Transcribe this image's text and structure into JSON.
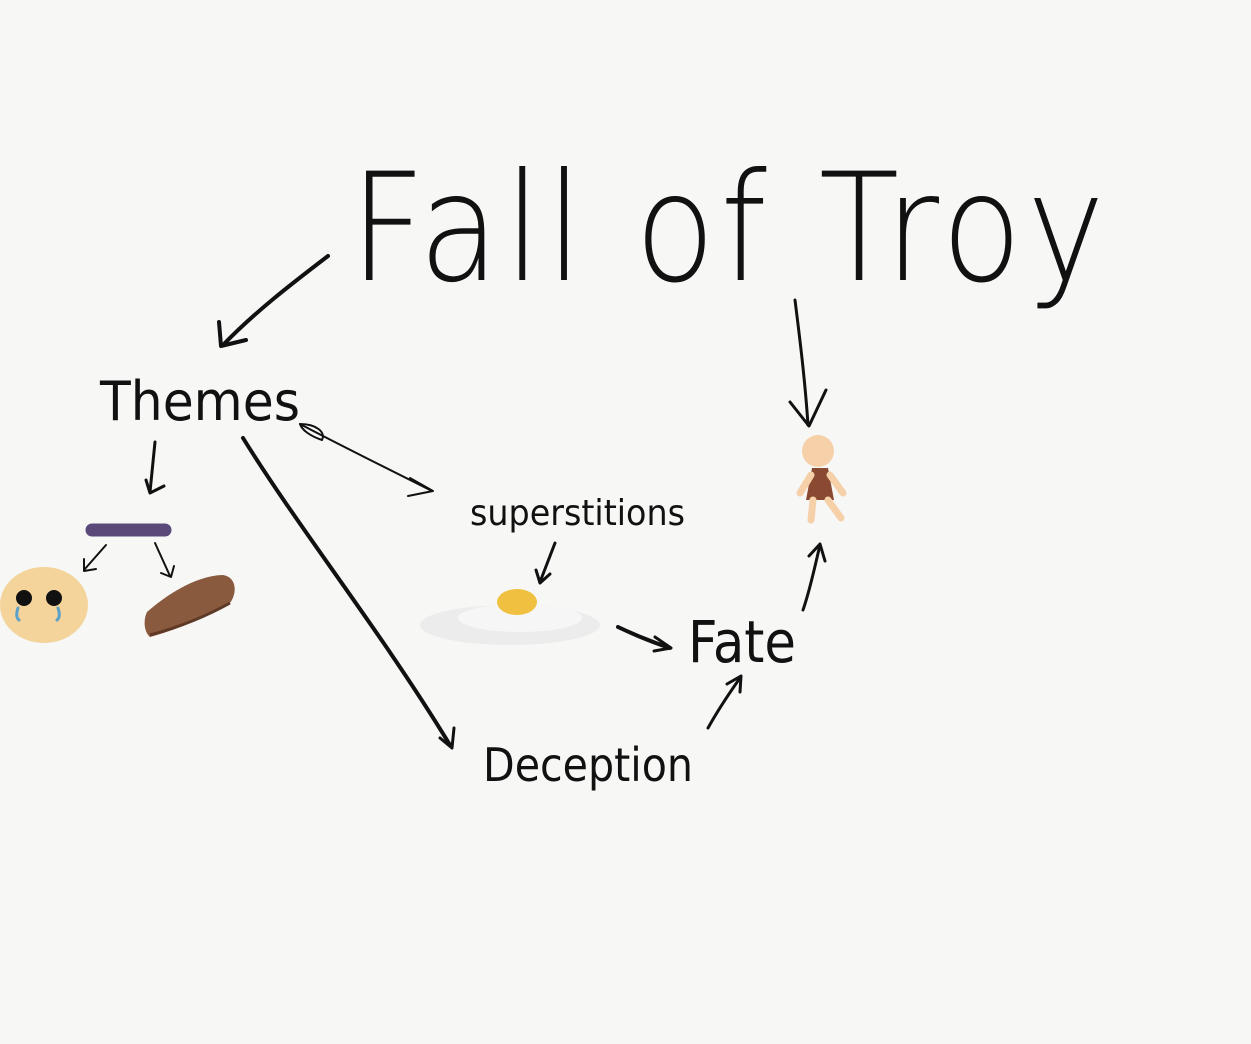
{
  "diagram": {
    "title": "Fall of Troy",
    "nodes": {
      "themes": "Themes",
      "superstitions": "superstitions",
      "fate": "Fate",
      "deception": "Deception"
    },
    "icons": {
      "bar": "purple-bar-icon",
      "face": "crying-face-icon",
      "loaf": "bread-loaf-icon",
      "egg": "fried-egg-icon",
      "figure": "person-figure-icon"
    },
    "colors": {
      "background": "#f7f7f6",
      "ink": "#111111",
      "bar": "#5a4a7a",
      "face": "#f4d49a",
      "tears": "#5aa0c8",
      "loaf": "#8a5a3e",
      "egg_yolk": "#f0c040",
      "figure_skin": "#f5d0a8",
      "figure_body": "#8a4a32"
    }
  }
}
